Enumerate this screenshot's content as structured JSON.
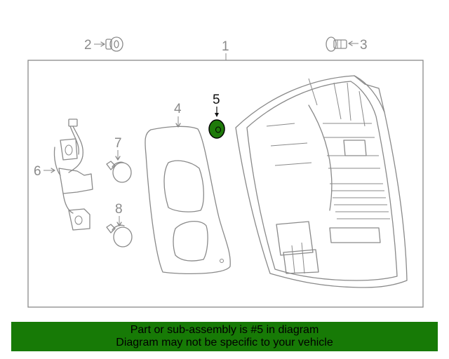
{
  "callouts": {
    "c1": "1",
    "c2": "2",
    "c3": "3",
    "c4": "4",
    "c5": "5",
    "c6": "6",
    "c7": "7",
    "c8": "8"
  },
  "highlight_color": "#1e7a0a",
  "footer": {
    "line1": "Part or sub-assembly is #5 in diagram",
    "line2": "Diagram may not be specific to your vehicle",
    "background": "#177a06"
  }
}
